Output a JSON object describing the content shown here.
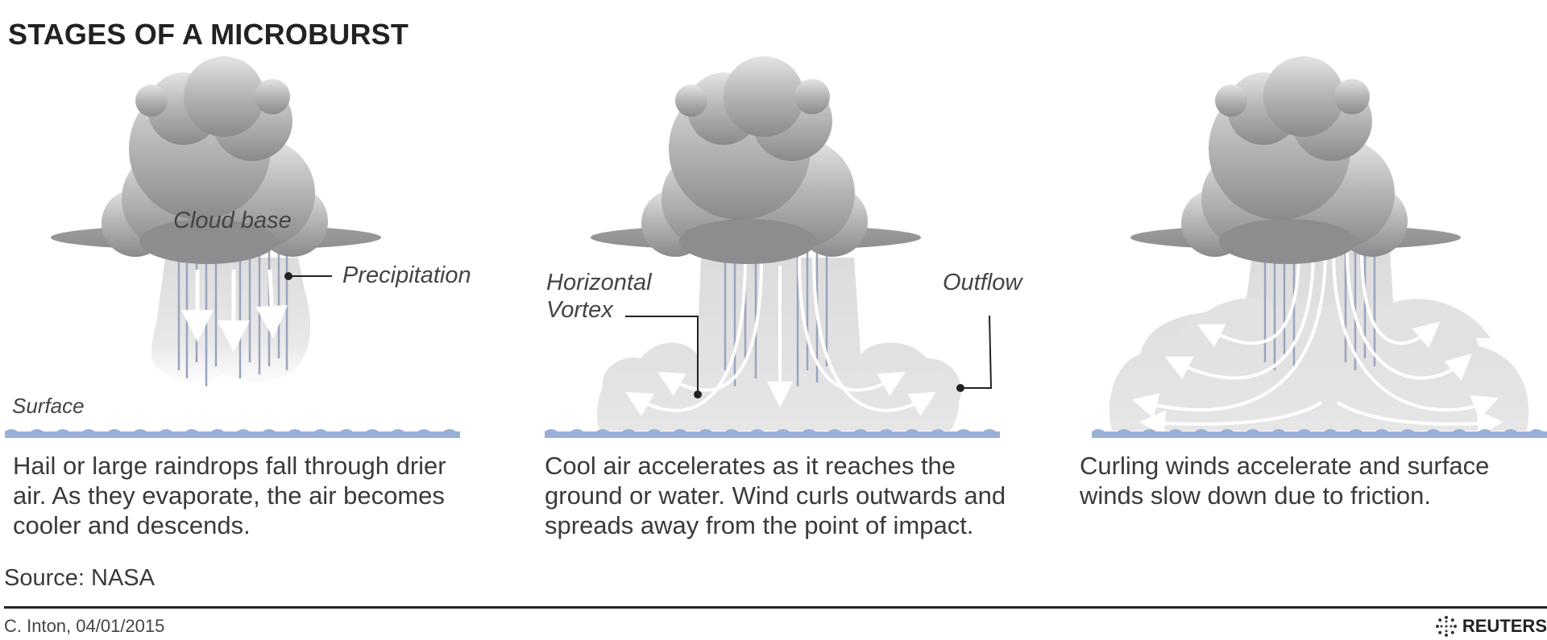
{
  "title": "STAGES OF A MICROBURST",
  "labels": {
    "cloud_base": "Cloud base",
    "precipitation": "Precipitation",
    "surface": "Surface",
    "horizontal_vortex_line1": "Horizontal",
    "horizontal_vortex_line2": "Vortex",
    "outflow": "Outflow"
  },
  "stages": [
    {
      "caption_lines": [
        "Hail or large raindrops fall through drier",
        "air. As they evaporate, the air becomes",
        "cooler and descends."
      ]
    },
    {
      "caption_lines": [
        "Cool air accelerates as it reaches the",
        "ground or water. Wind curls outwards and",
        "spreads away from the point of impact."
      ]
    },
    {
      "caption_lines": [
        "Curling winds accelerate and surface",
        "winds slow down due to friction."
      ]
    }
  ],
  "footer": {
    "source": "Source: NASA",
    "credit": "C. Inton, 04/01/2015",
    "brand": "REUTERS"
  },
  "colors": {
    "cloud_light": "#e3e3e4",
    "cloud_dark": "#8d8d8f",
    "rain": "#9aa4bd",
    "outflow": "#dcdcdd",
    "water": "#9ab0d6"
  }
}
